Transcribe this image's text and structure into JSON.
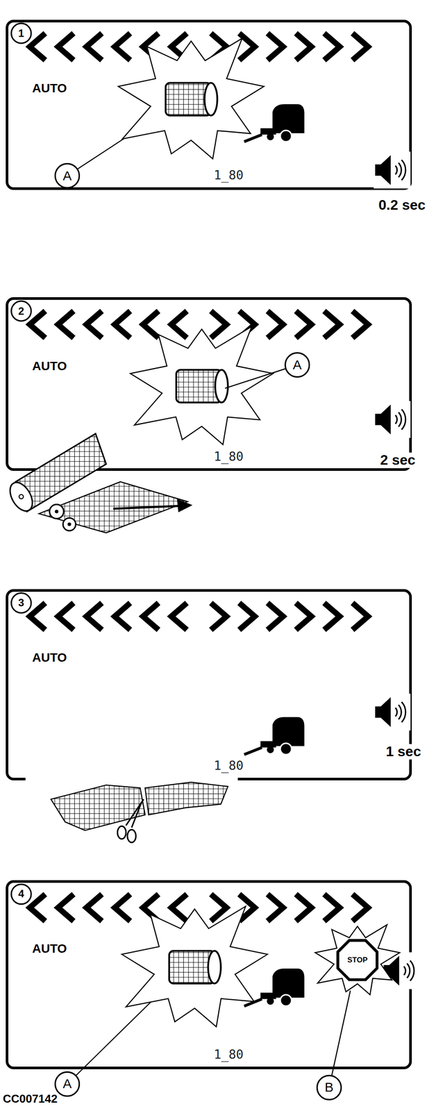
{
  "diagram": {
    "nodes": [
      {
        "text": [
          "AUTO",
          "1_80"
        ]
      },
      {
        "text": [
          "AUTO",
          "1_80"
        ]
      },
      {
        "text": [
          "AUTO",
          "1_80"
        ]
      },
      {
        "text": [
          "AUTO",
          "1_80"
        ]
      }
    ],
    "labels": [
      "1",
      "A",
      "0.2 sec",
      "2",
      "A",
      "2 sec",
      "3",
      "1 sec",
      "4",
      "A",
      "STOP",
      "B",
      "CC007142"
    ]
  }
}
